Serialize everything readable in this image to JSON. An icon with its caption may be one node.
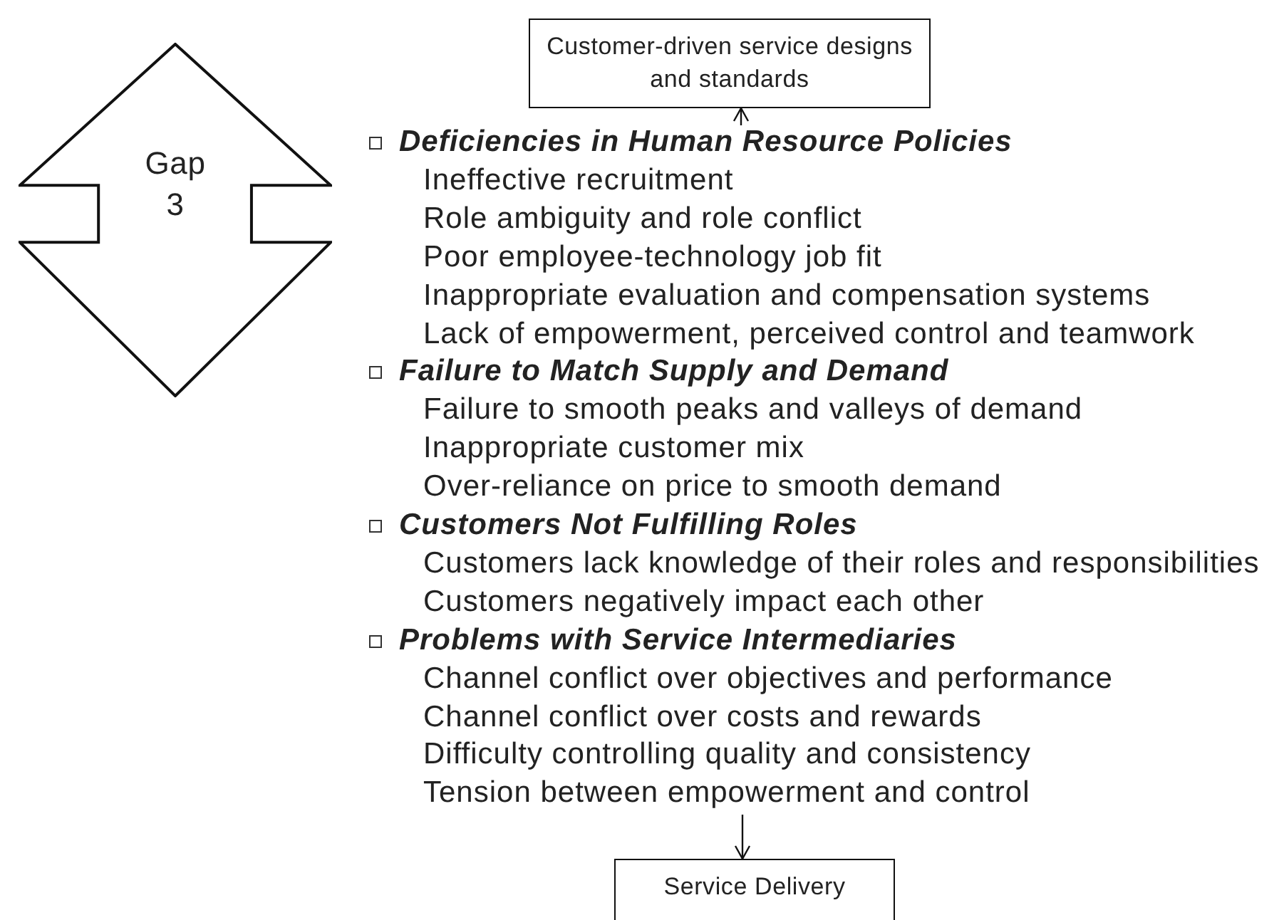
{
  "diagram": {
    "nodes": [
      {
        "text": [
          "Gap 3"
        ]
      },
      {
        "text": [
          "Customer-driven service designs and standards"
        ]
      },
      {
        "text": [
          "Deficiencies in Human Resource Policies",
          "Ineffective recruitment",
          "Role ambiguity and role conflict",
          "Poor employee-technology job fit",
          "Inappropriate evaluation and compensation systems",
          "Lack of empowerment, perceived control and teamwork",
          "Failure to Match Supply and Demand",
          "Failure to smooth peaks and valleys of demand",
          "Inappropriate customer mix",
          "Over-reliance on price to smooth demand",
          "Customers Not Fulfilling Roles",
          "Customers lack knowledge of their roles and responsibilities",
          "Customers negatively impact each other",
          "Problems with Service Intermediaries",
          "Channel conflict over objectives and performance",
          "Channel conflict over costs and rewards",
          "Difficulty controlling quality and consistency",
          "Tension between empowerment and control"
        ]
      },
      {
        "text": [
          "Service Delivery"
        ]
      }
    ],
    "edges": [
      {
        "from": 2,
        "to": 1,
        "arrow": "to"
      },
      {
        "from": 2,
        "to": 3,
        "arrow": "to"
      }
    ]
  }
}
